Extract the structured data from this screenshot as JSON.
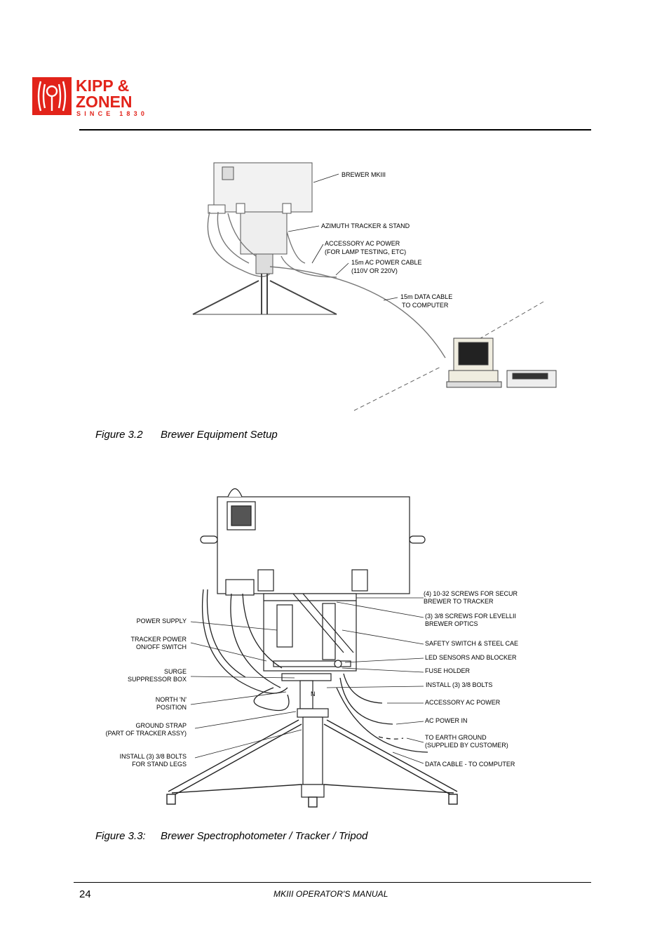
{
  "header": {
    "logo": {
      "line1": "KIPP &",
      "line2": "ZONEN",
      "line3": "SINCE 1830",
      "color": "#e2231a"
    }
  },
  "figure_3_2": {
    "labels": {
      "brewer": "BREWER MKIII",
      "tracker": "AZIMUTH TRACKER & STAND",
      "accessory_1": "ACCESSORY AC POWER",
      "accessory_2": "(FOR LAMP TESTING, ETC)",
      "ac_cable_1": "15m AC POWER CABLE",
      "ac_cable_2": "(110V OR 220V)",
      "data_cable_1": "15m DATA CABLE",
      "data_cable_2": "TO COMPUTER"
    },
    "caption": {
      "number": "Figure 3.2",
      "title": "Brewer Equipment Setup"
    }
  },
  "figure_3_3": {
    "left_labels": {
      "power_supply": "POWER SUPPLY",
      "tracker_power_1": "TRACKER POWER",
      "tracker_power_2": "ON/OFF SWITCH",
      "surge_1": "SURGE",
      "surge_2": "SUPPRESSOR BOX",
      "north_1": "NORTH 'N'",
      "north_2": "POSITION",
      "ground_1": "GROUND STRAP",
      "ground_2": "(PART OF TRACKER ASSY)",
      "install_legs_1": "INSTALL (3) 3/8 BOLTS",
      "install_legs_2": "FOR STAND LEGS"
    },
    "right_labels": {
      "screws_secure_1": "(4) 10-32 SCREWS FOR SECUR",
      "screws_secure_2": "BREWER TO TRACKER",
      "screws_level_1": "(3) 3/8 SCREWS FOR LEVELLII",
      "screws_level_2": "BREWER OPTICS",
      "safety": "SAFETY SWITCH & STEEL CAE",
      "led": "LED SENSORS AND BLOCKER",
      "fuse": "FUSE HOLDER",
      "install_bolts": "INSTALL (3) 3/8 BOLTS",
      "accessory": "ACCESSORY AC POWER",
      "ac_in": "AC POWER IN",
      "earth_1": "TO EARTH GROUND",
      "earth_2": "(SUPPLIED BY CUSTOMER)",
      "data_cable": "DATA CABLE - TO COMPUTER"
    },
    "north_mark": "N",
    "caption": {
      "number": "Figure 3.3:",
      "title": "Brewer Spectrophotometer / Tracker / Tripod"
    }
  },
  "footer": {
    "page_number": "24",
    "manual_title": "MKIII OPERATOR'S MANUAL"
  }
}
